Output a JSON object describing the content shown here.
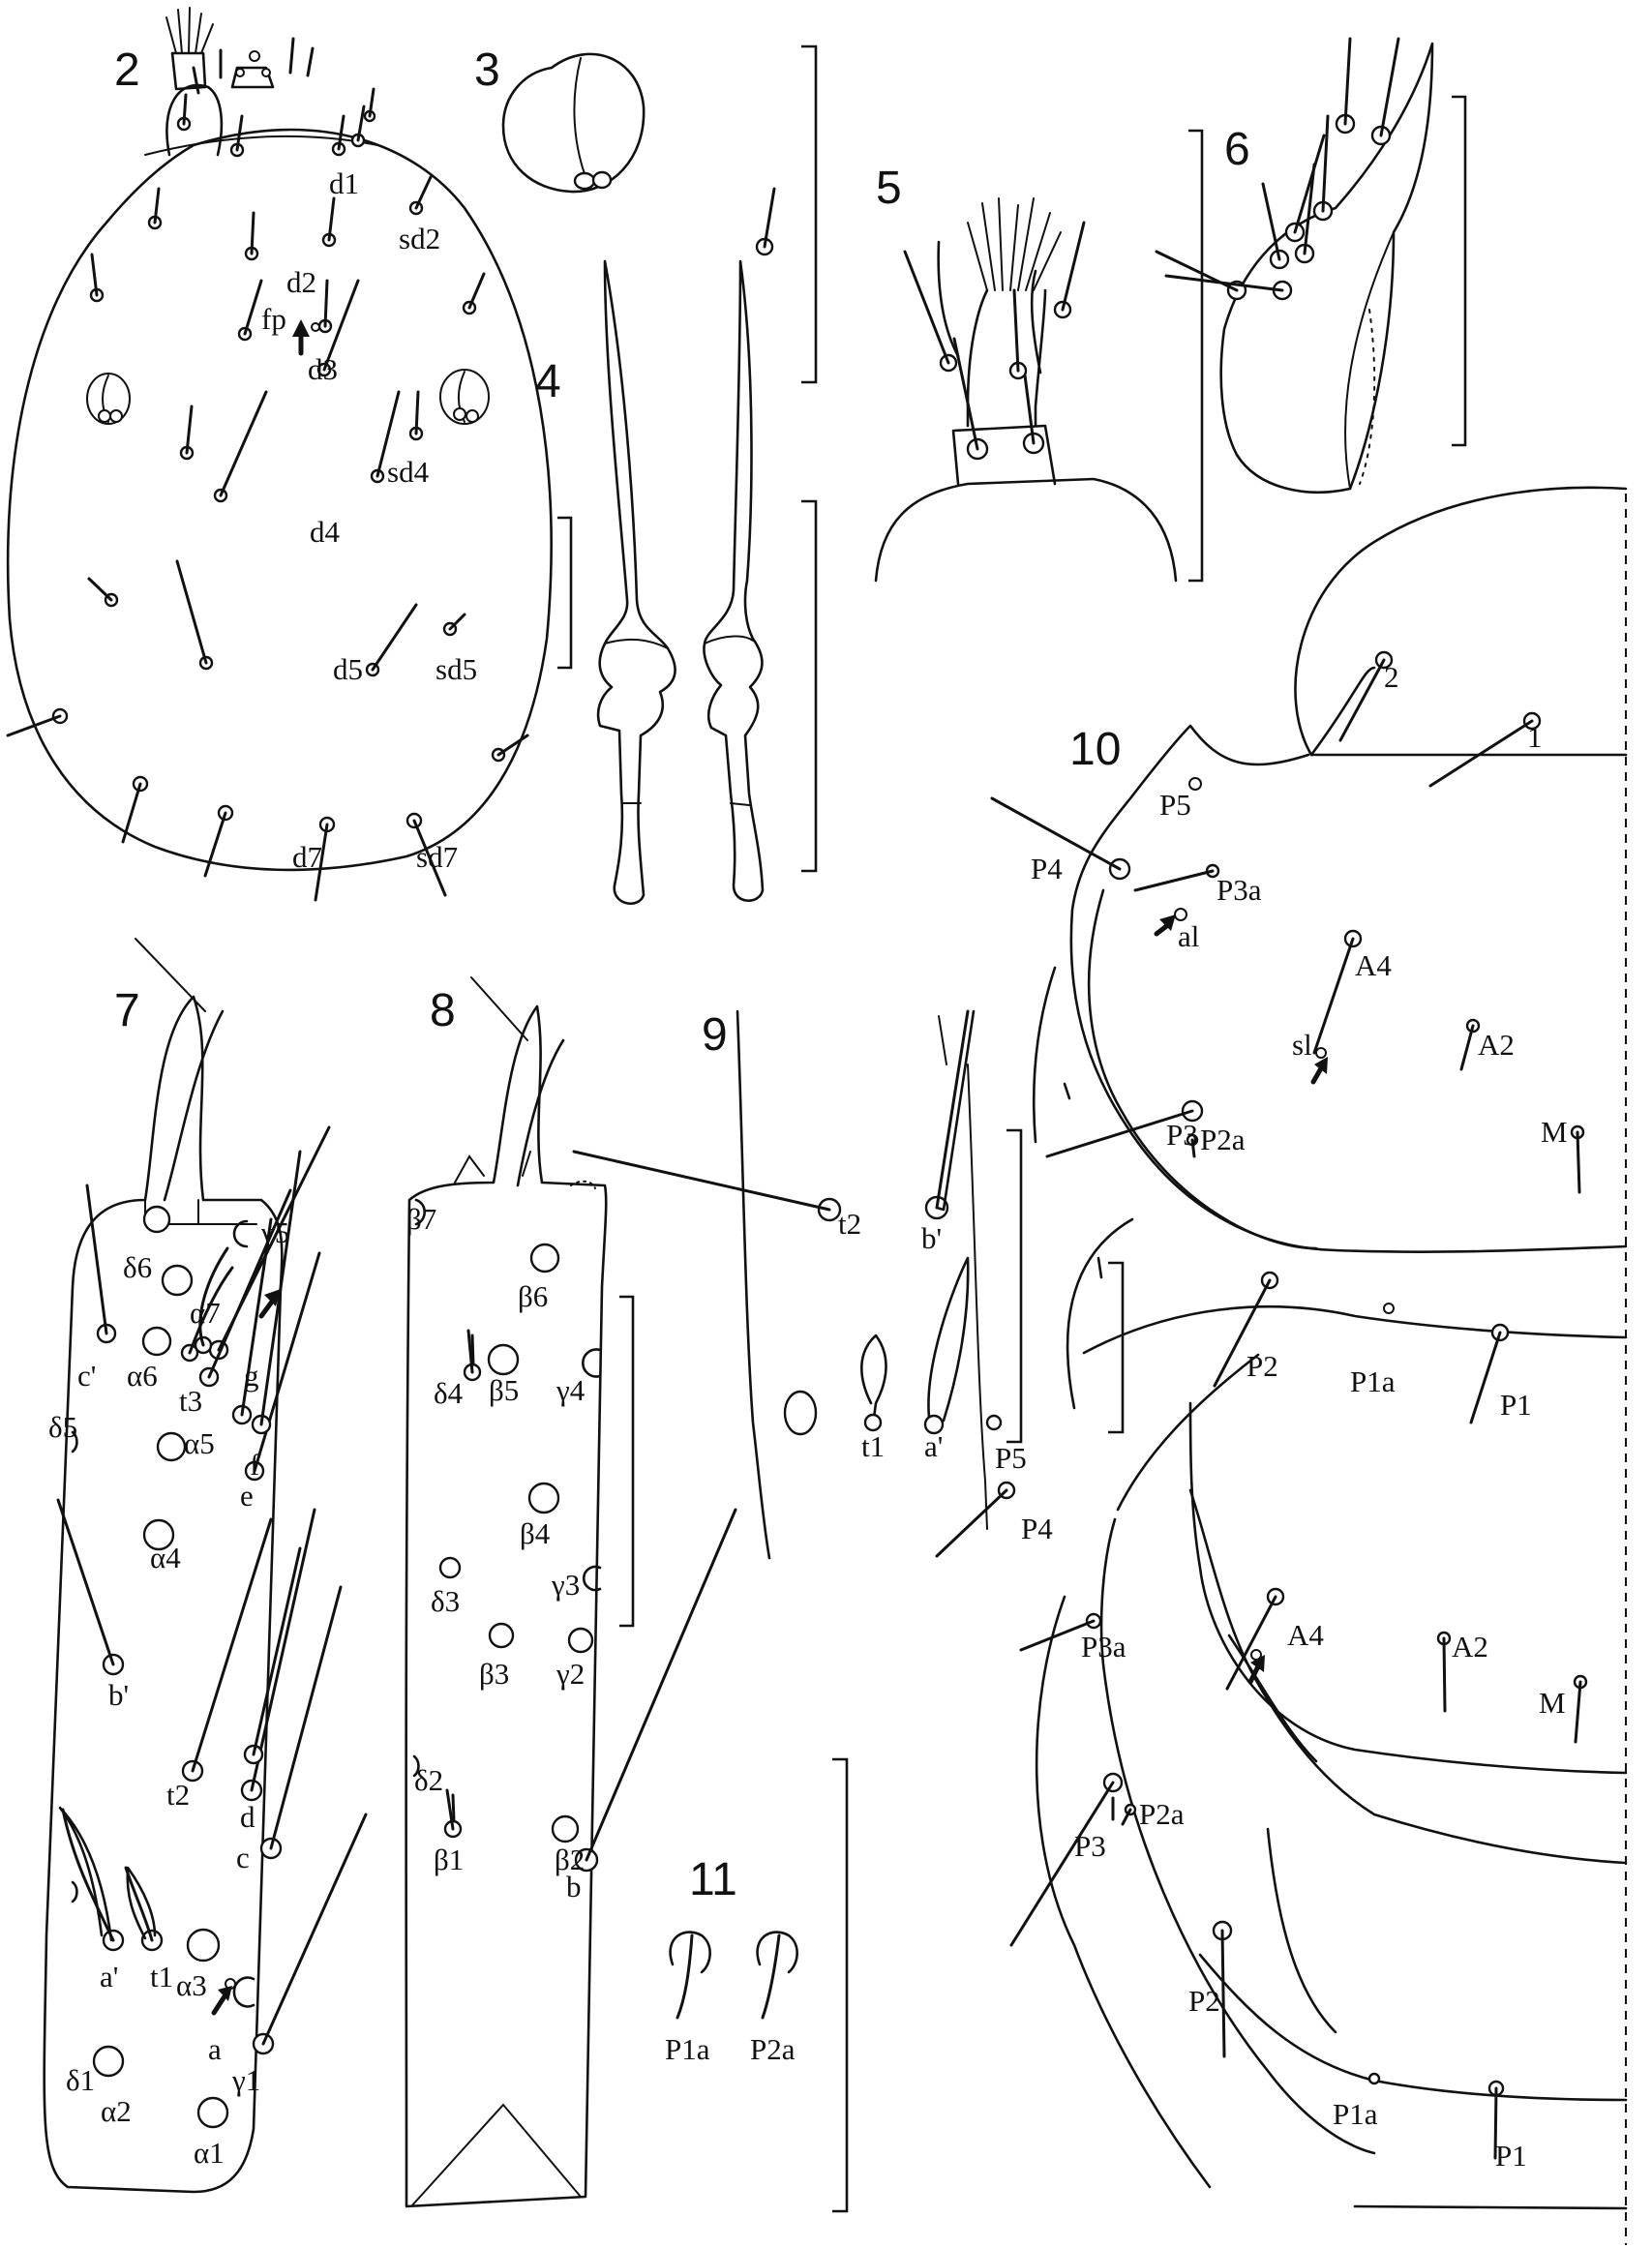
{
  "figure_numbers": [
    "2",
    "3",
    "4",
    "5",
    "6",
    "7",
    "8",
    "9",
    "10",
    "11"
  ],
  "fig2": [
    "d1",
    "sd2",
    "d2",
    "fp",
    "d3",
    "sd4",
    "d4",
    "d5",
    "sd5",
    "d7",
    "sd7"
  ],
  "fig7": [
    "δ6",
    "γ5",
    "α7",
    "c'",
    "α6",
    "t3",
    "g",
    "δ5",
    "α5",
    "f",
    "e",
    "α4",
    "b'",
    "t2",
    "d",
    "c",
    "a'",
    "t1",
    "α3",
    "a",
    "δ1",
    "γ1",
    "α2",
    "α1"
  ],
  "fig8": [
    "β7",
    "β6",
    "δ4",
    "β5",
    "γ4",
    "β4",
    "δ3",
    "γ3",
    "β3",
    "γ2",
    "δ2",
    "b",
    "β1",
    "β2"
  ],
  "fig9": [
    "t2",
    "b'",
    "t1",
    "a'"
  ],
  "fig10_upper": [
    "2",
    "1",
    "P5",
    "P4",
    "P3a",
    "al",
    "A4",
    "sl",
    "A2",
    "P3",
    "P2a",
    "M",
    "P2",
    "P1a",
    "P1"
  ],
  "fig10_lower": [
    "P5",
    "P4",
    "P3a",
    "A4",
    "A2",
    "M",
    "P3",
    "P2a",
    "P2",
    "P1a",
    "P1"
  ],
  "fig11": [
    "P1a",
    "P2a"
  ]
}
